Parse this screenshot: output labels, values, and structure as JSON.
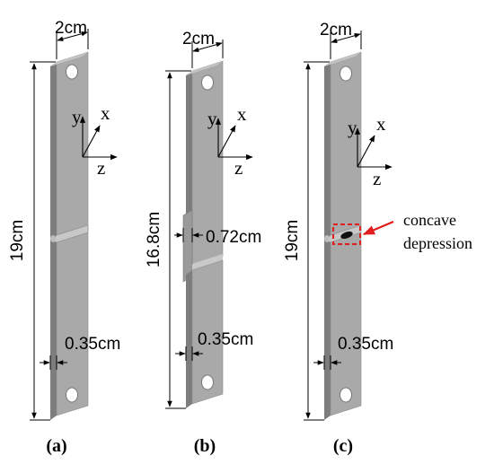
{
  "panels": [
    {
      "label": "(a)",
      "width_dim": "2cm",
      "length_dim": "19cm",
      "thickness_dim": "0.35cm",
      "axes": {
        "y": "y",
        "x": "x",
        "z": "z"
      }
    },
    {
      "label": "(b)",
      "width_dim": "2cm",
      "length_dim": "16.8cm",
      "thickness_dim": "0.35cm",
      "step_dim": "0.72cm",
      "axes": {
        "y": "y",
        "x": "x",
        "z": "z"
      }
    },
    {
      "label": "(c)",
      "width_dim": "2cm",
      "length_dim": "19cm",
      "thickness_dim": "0.35cm",
      "axes": {
        "y": "y",
        "x": "x",
        "z": "z"
      },
      "annotation": [
        "concave",
        "depression"
      ]
    }
  ],
  "colors": {
    "specimen_face": "#a9a9a9",
    "specimen_side": "#7d7d7d",
    "specimen_top": "#c4c4c4",
    "highlight": "#e11d1d"
  }
}
